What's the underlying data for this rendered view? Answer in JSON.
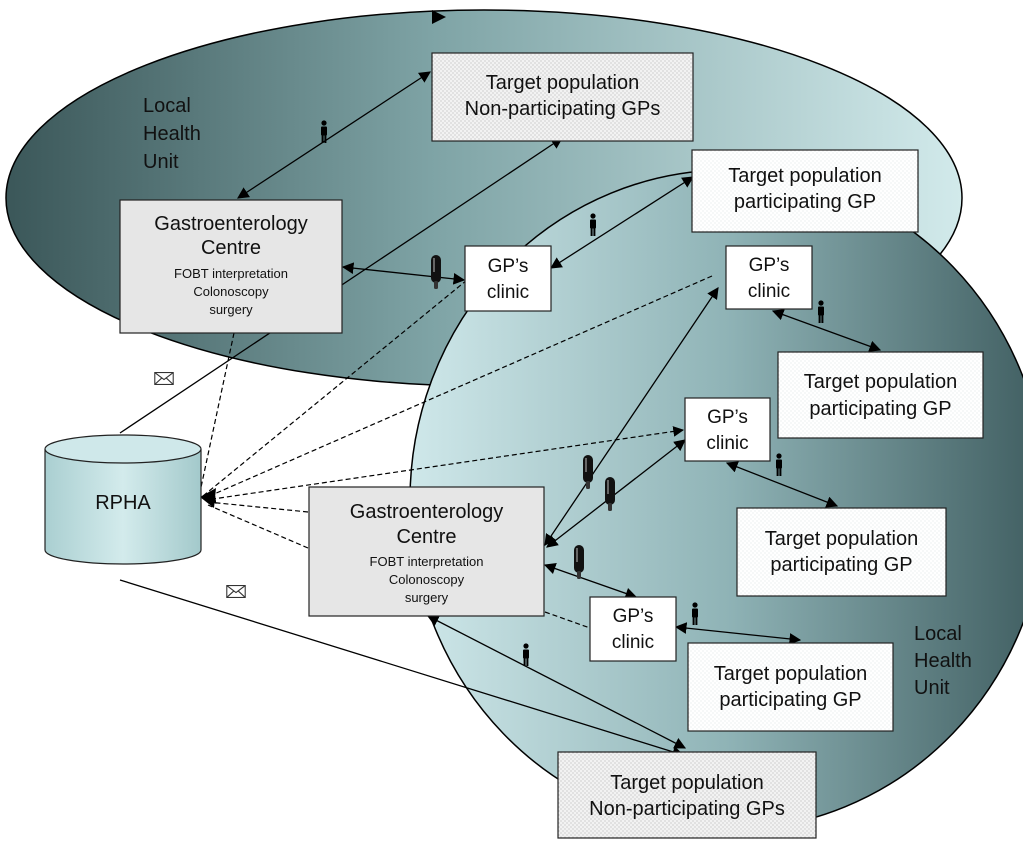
{
  "diagram": {
    "lhu_top": {
      "lines": [
        "Local",
        "Health",
        "Unit"
      ]
    },
    "lhu_bottom": {
      "lines": [
        "Local",
        "Health",
        "Unit"
      ]
    },
    "gastro_top": {
      "title": [
        "Gastroenterology",
        "Centre"
      ],
      "sub": [
        "FOBT interpretation",
        "Colonoscopy",
        "surgery"
      ]
    },
    "gastro_mid": {
      "title": [
        "Gastroenterology",
        "Centre"
      ],
      "sub": [
        "FOBT interpretation",
        "Colonoscopy",
        "surgery"
      ]
    },
    "tp_nonpart_top": {
      "lines": [
        "Target population",
        "Non-participating GPs"
      ]
    },
    "tp_nonpart_bottom": {
      "lines": [
        "Target population",
        "Non-participating GPs"
      ]
    },
    "tp_part_1": {
      "lines": [
        "Target population",
        "participating GP"
      ]
    },
    "tp_part_2": {
      "lines": [
        "Target population",
        "participating GP"
      ]
    },
    "tp_part_3": {
      "lines": [
        "Target population",
        "participating GP"
      ]
    },
    "tp_part_4": {
      "lines": [
        "Target population",
        "participating GP"
      ]
    },
    "clinic_1": {
      "lines": [
        "GP’s",
        "clinic"
      ]
    },
    "clinic_2": {
      "lines": [
        "GP’s",
        "clinic"
      ]
    },
    "clinic_3": {
      "lines": [
        "GP’s",
        "clinic"
      ]
    },
    "clinic_4": {
      "lines": [
        "GP’s",
        "clinic"
      ]
    },
    "rpha": {
      "label": "RPHA"
    }
  },
  "icons": {
    "person": "person-icon",
    "test_tube": "test-tube-icon",
    "envelope": "envelope-icon"
  },
  "colors": {
    "ellipse_dark": "#3d5b5e",
    "ellipse_light": "#d4eced",
    "box_gray": "#e6e6e6",
    "box_dotted": "#dcdcdc",
    "white": "#ffffff"
  }
}
